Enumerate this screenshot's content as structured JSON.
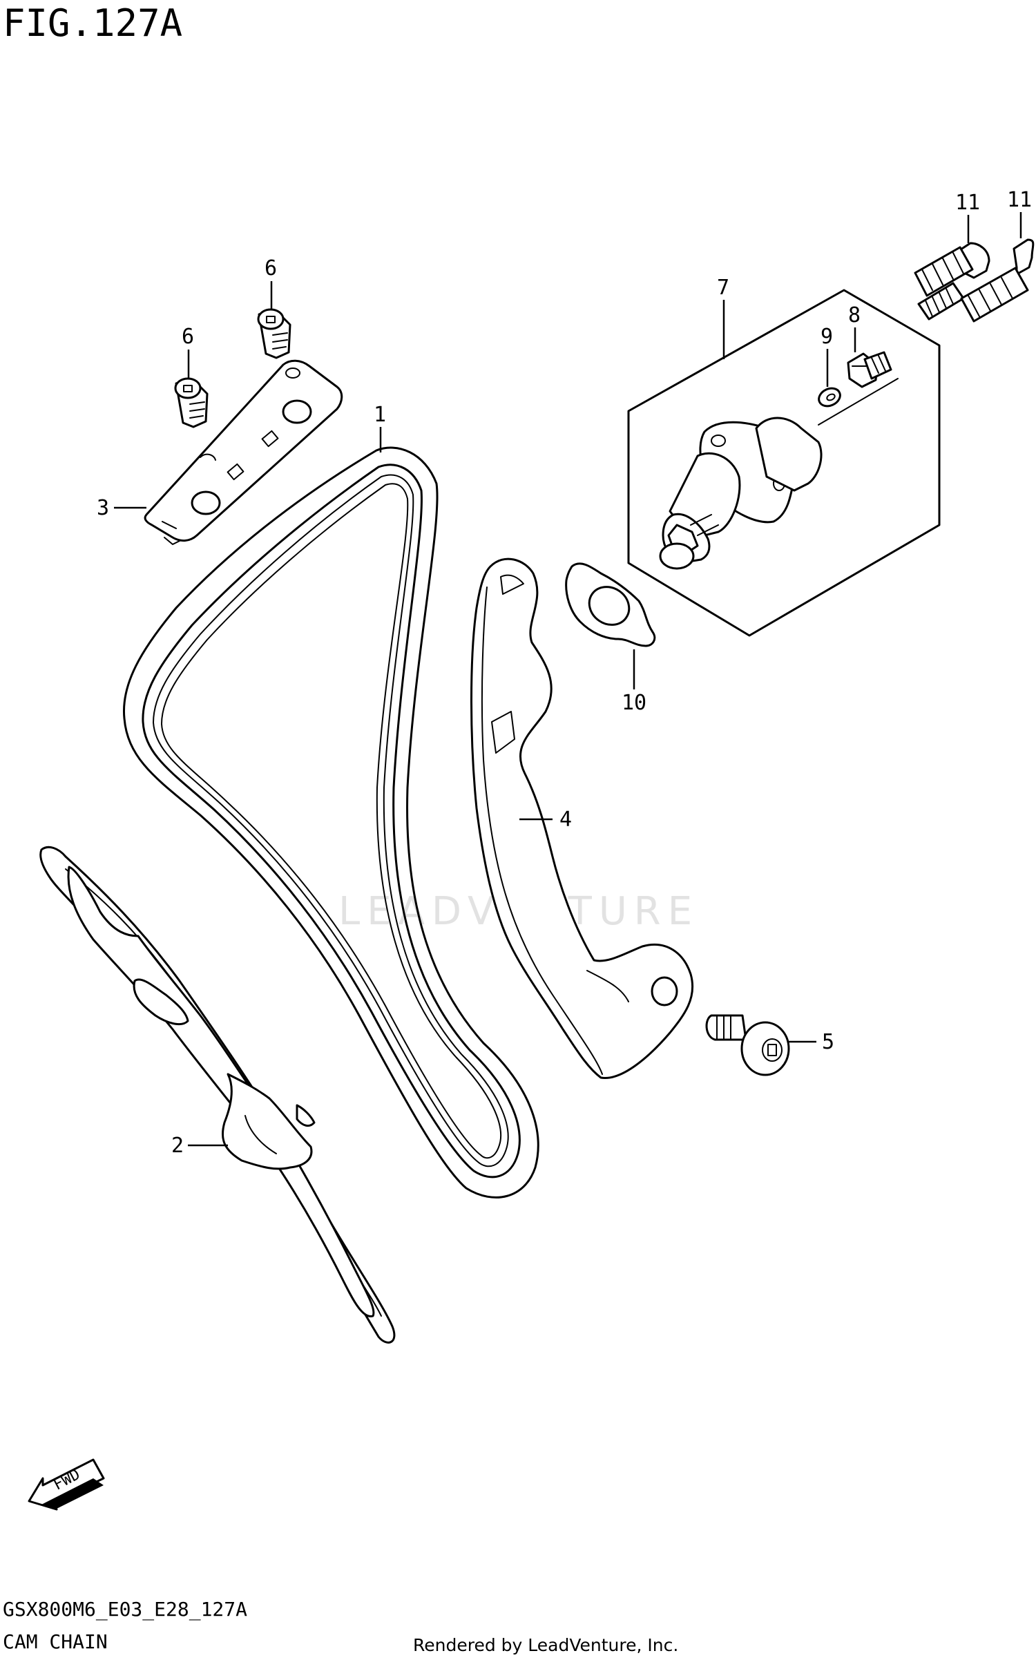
{
  "figure": {
    "title": "FIG.127A",
    "code": "GSX800M6_E03_E28_127A",
    "name": "CAM CHAIN",
    "credit": "Rendered by LeadVenture, Inc.",
    "watermark": "LEADVENTURE"
  },
  "fwd_arrow": {
    "label": "FWD",
    "icon": "fwd-arrow-icon"
  },
  "callouts": [
    {
      "id": "1",
      "part": "cam-chain"
    },
    {
      "id": "2",
      "part": "chain-guide"
    },
    {
      "id": "3",
      "part": "guide-plate"
    },
    {
      "id": "4",
      "part": "tensioner-guide"
    },
    {
      "id": "5",
      "part": "guide-bolt"
    },
    {
      "id": "6",
      "part": "plate-bolt"
    },
    {
      "id": "6",
      "part": "plate-bolt"
    },
    {
      "id": "7",
      "part": "tensioner-assy"
    },
    {
      "id": "8",
      "part": "cap-bolt"
    },
    {
      "id": "9",
      "part": "gasket-washer"
    },
    {
      "id": "10",
      "part": "tensioner-gasket"
    },
    {
      "id": "11",
      "part": "tensioner-bolt"
    },
    {
      "id": "11",
      "part": "tensioner-bolt"
    }
  ]
}
